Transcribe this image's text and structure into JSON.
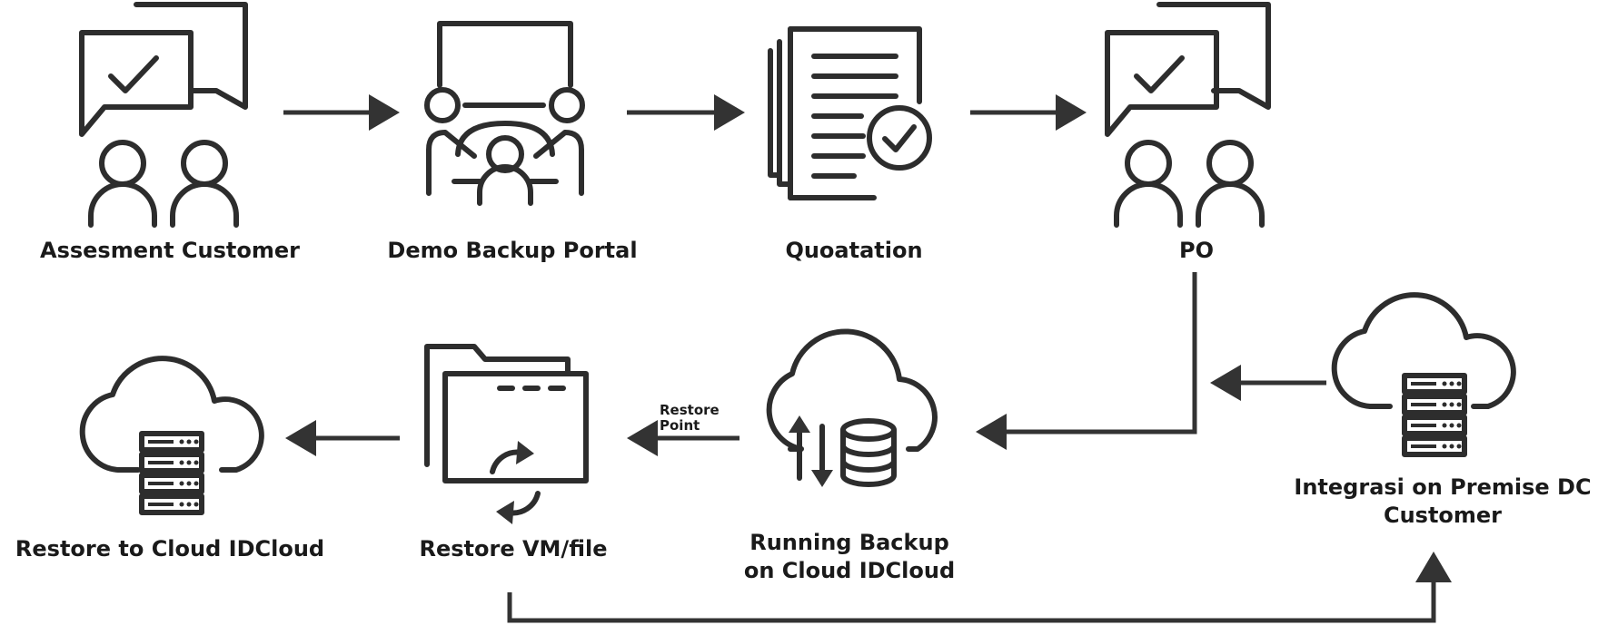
{
  "steps": {
    "assesment": "Assesment Customer",
    "demo": "Demo Backup Portal",
    "quotation": "Quoatation",
    "po": "PO",
    "integrasi_line1": "Integrasi on Premise DC",
    "integrasi_line2": "Customer",
    "running_line1": "Running Backup",
    "running_line2": "on Cloud IDCloud",
    "restore_vm": "Restore VM/file",
    "restore_cloud": "Restore to Cloud IDCloud"
  },
  "edge_labels": {
    "restore_point_line1": "Restore",
    "restore_point_line2": "Point"
  },
  "colors": {
    "icon": "#2d2d2d",
    "arrow": "#333333",
    "text": "#1a1a1a"
  }
}
